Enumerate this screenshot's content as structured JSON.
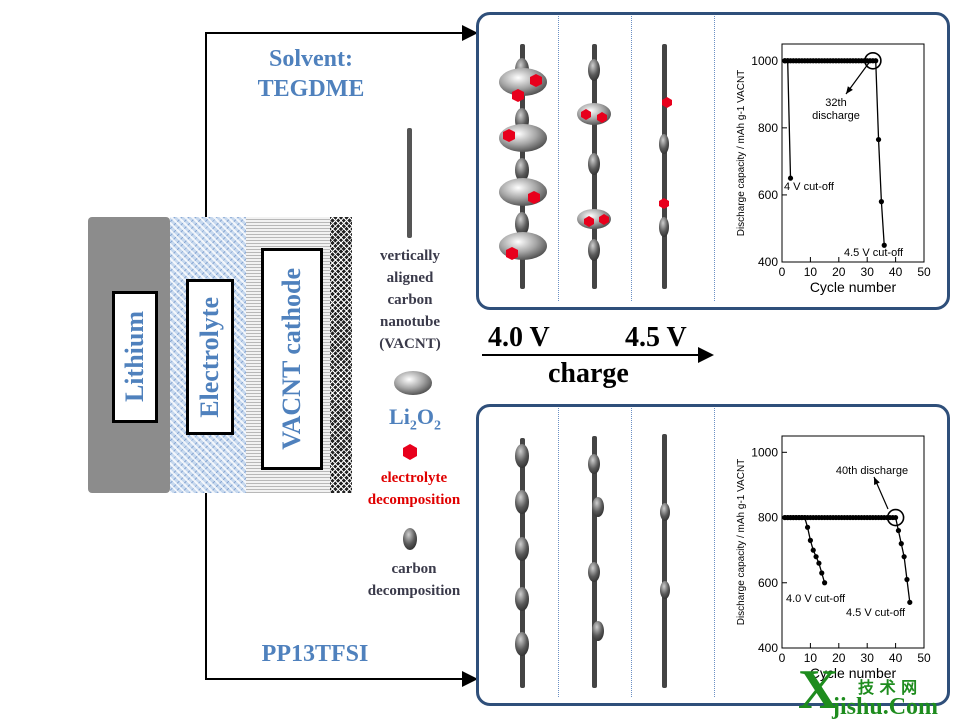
{
  "labels": {
    "lithium": "Lithium",
    "electrolyte": "Electrolyte",
    "cathode": "VACNT cathode",
    "solvent_line1": "Solvent:",
    "solvent_line2": "TEGDME",
    "pp13": "PP13TFSI",
    "v40": "4.0 V",
    "v45": "4.5 V",
    "charge": "charge"
  },
  "legend": {
    "vacnt": [
      "vertically",
      "aligned",
      "carbon",
      "nanotube",
      "(VACNT)"
    ],
    "li2o2_main": "Li",
    "li2o2_sub1": "2",
    "li2o2_mid": "O",
    "li2o2_sub2": "2",
    "electrolyte_decomp": [
      "electrolyte",
      "decomposition"
    ],
    "carbon_decomp": [
      "carbon",
      "decomposition"
    ]
  },
  "watermark": {
    "top": "技 术 网",
    "bottom": "jishu.Com",
    "letter": "X"
  },
  "chart_data": [
    {
      "type": "scatter",
      "title": "",
      "xlabel": "Cycle number",
      "ylabel": "Discharge capacity / mAh g-1 VACNT",
      "xlim": [
        0,
        50
      ],
      "ylim": [
        400,
        1050
      ],
      "xticks": [
        0,
        10,
        20,
        30,
        40,
        50
      ],
      "yticks": [
        400,
        600,
        800,
        1000
      ],
      "series": [
        {
          "name": "4 V cut-off",
          "x": [
            1,
            2,
            3
          ],
          "y": [
            1000,
            1000,
            650
          ]
        },
        {
          "name": "4.5 V cut-off",
          "x": [
            1,
            2,
            3,
            4,
            5,
            6,
            7,
            8,
            9,
            10,
            11,
            12,
            13,
            14,
            15,
            16,
            17,
            18,
            19,
            20,
            21,
            22,
            23,
            24,
            25,
            26,
            27,
            28,
            29,
            30,
            31,
            32,
            33,
            34,
            35,
            36
          ],
          "y": [
            1000,
            1000,
            1000,
            1000,
            1000,
            1000,
            1000,
            1000,
            1000,
            1000,
            1000,
            1000,
            1000,
            1000,
            1000,
            1000,
            1000,
            1000,
            1000,
            1000,
            1000,
            1000,
            1000,
            1000,
            1000,
            1000,
            1000,
            1000,
            1000,
            1000,
            1000,
            1000,
            1000,
            765,
            580,
            450
          ]
        }
      ],
      "annotations": [
        {
          "text": "32th",
          "text2": "discharge"
        },
        {
          "text": "4 V cut-off"
        },
        {
          "text": "4.5 V cut-off"
        }
      ]
    },
    {
      "type": "scatter",
      "title": "",
      "xlabel": "Cycle number",
      "ylabel": "Discharge capacity / mAh g-1 VACNT",
      "xlim": [
        0,
        50
      ],
      "ylim": [
        400,
        1050
      ],
      "xticks": [
        0,
        10,
        20,
        30,
        40,
        50
      ],
      "yticks": [
        400,
        600,
        800,
        1000
      ],
      "series": [
        {
          "name": "4.0 V cut-off",
          "x": [
            1,
            2,
            3,
            4,
            5,
            6,
            7,
            8,
            9,
            10,
            11,
            12,
            13,
            14,
            15
          ],
          "y": [
            800,
            800,
            800,
            800,
            800,
            800,
            800,
            800,
            770,
            730,
            700,
            680,
            660,
            630,
            600
          ]
        },
        {
          "name": "4.5 V cut-off",
          "x": [
            1,
            2,
            3,
            4,
            5,
            6,
            7,
            8,
            9,
            10,
            11,
            12,
            13,
            14,
            15,
            16,
            17,
            18,
            19,
            20,
            21,
            22,
            23,
            24,
            25,
            26,
            27,
            28,
            29,
            30,
            31,
            32,
            33,
            34,
            35,
            36,
            37,
            38,
            39,
            40,
            41,
            42,
            43,
            44,
            45
          ],
          "y": [
            800,
            800,
            800,
            800,
            800,
            800,
            800,
            800,
            800,
            800,
            800,
            800,
            800,
            800,
            800,
            800,
            800,
            800,
            800,
            800,
            800,
            800,
            800,
            800,
            800,
            800,
            800,
            800,
            800,
            800,
            800,
            800,
            800,
            800,
            800,
            800,
            800,
            800,
            800,
            800,
            760,
            720,
            680,
            610,
            540
          ]
        }
      ],
      "annotations": [
        {
          "text": "40th discharge"
        },
        {
          "text": "4.0 V cut-off"
        },
        {
          "text": "4.5 V cut-off"
        }
      ]
    }
  ]
}
